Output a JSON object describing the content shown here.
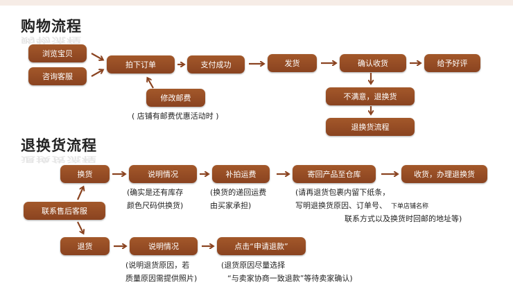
{
  "shopping": {
    "title": "购物流程",
    "browse": "浏览宝贝",
    "consult": "咨询客服",
    "order": "拍下订单",
    "pay": "支付成功",
    "ship": "发货",
    "confirm": "确认收货",
    "review": "给予好评",
    "modify_postage": "修改邮费",
    "postage_note": "( 店铺有邮费优惠活动时 )",
    "unsatisfied": "不满意，退换货",
    "return_flow": "退换货流程"
  },
  "returns": {
    "title": "退换货流程",
    "contact": "联系售后客服",
    "exchange": "换货",
    "explain1": "说明情况",
    "reship": "补拍运费",
    "send_back": "寄回产品至仓库",
    "receive_exchange": "收货，办理退换货",
    "note_stock_1": "(确实是还有库存",
    "note_stock_2": "颜色尺码供换货)",
    "note_fee_1": "(换货的递回运费",
    "note_fee_2": "由买家承担)",
    "note_pack_1": "(请再退货包裹内留下纸条，",
    "note_pack_2a": "写明退换货原因、订单号、",
    "note_pack_2b": "下单店铺名称",
    "note_pack_3": "联系方式以及换货时回邮的地址等)",
    "refund": "退货",
    "explain2": "说明情况",
    "apply_refund": "点击“申请退款”",
    "note_reason_1": "(说明退货原因，若",
    "note_reason_2": "质量原因需提供照片)",
    "note_choose_1": "(退货原因尽量选择",
    "note_choose_2": "“与卖家协商一致退款”等待卖家确认)"
  },
  "colors": {
    "box": "#9a4f26",
    "arrow": "#8a4320",
    "text": "#222222"
  }
}
